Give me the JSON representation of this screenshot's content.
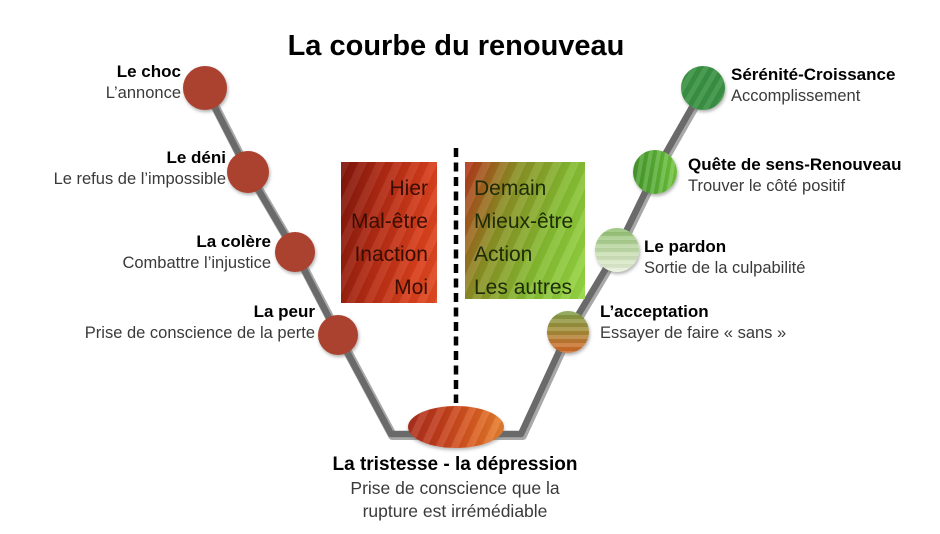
{
  "title": "La courbe du renouveau",
  "stages": [
    {
      "id": "choc",
      "label": "Le choc",
      "sublabel": "L’annonce"
    },
    {
      "id": "deni",
      "label": "Le déni",
      "sublabel": "Le refus de l’impossible"
    },
    {
      "id": "colere",
      "label": "La colère",
      "sublabel": "Combattre l’injustice"
    },
    {
      "id": "peur",
      "label": "La peur",
      "sublabel": "Prise de conscience de la perte"
    },
    {
      "id": "tristesse",
      "label": "La tristesse - la dépression",
      "sublines": [
        "Prise de conscience que la",
        "rupture est irrémédiable"
      ]
    },
    {
      "id": "acceptation",
      "label": "L’acceptation",
      "sublabel": "Essayer de faire « sans »"
    },
    {
      "id": "pardon",
      "label": "Le pardon",
      "sublabel": "Sortie de la culpabilité"
    },
    {
      "id": "quete",
      "label": "Quête de sens-Renouveau",
      "sublabel": "Trouver le côté positif"
    },
    {
      "id": "serenite",
      "label": "Sérénité-Croissance",
      "sublabel": "Accomplissement"
    }
  ],
  "boxes": {
    "past": {
      "lines": [
        "Hier",
        "Mal-être",
        "Inaction",
        "Moi"
      ]
    },
    "future": {
      "lines": [
        "Demain",
        "Mieux-être",
        "Action",
        "Les autres"
      ]
    }
  },
  "colors": {
    "negative_red": "#ab4230",
    "positive_green": "#3b9445",
    "past_box_gradient_start": "#7e150b",
    "past_box_gradient_end": "#e04b22",
    "future_box_gradient_start": "#b5341a",
    "future_box_gradient_end": "#97d844",
    "depression_gradient_start": "#a92e1d",
    "depression_gradient_end": "#e68230",
    "curve_gray": "#6a6a6a",
    "divider_black": "#000000"
  }
}
